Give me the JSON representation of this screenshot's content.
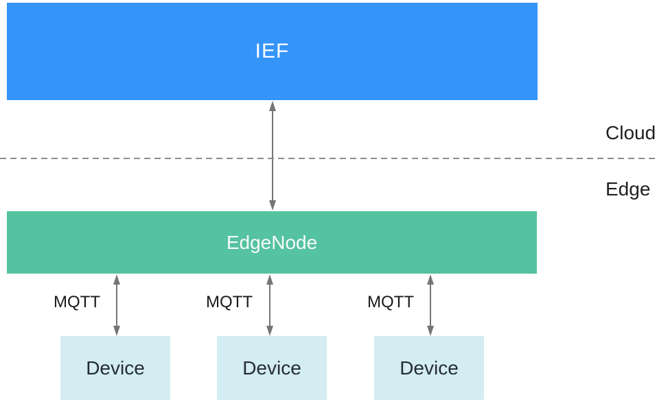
{
  "diagram": {
    "type": "architecture-diagram",
    "cloud_zone_label": "Cloud",
    "edge_zone_label": "Edge",
    "ief_box": {
      "label": "IEF",
      "color": "#3494f8",
      "text_color": "#ffffff"
    },
    "edgenode_box": {
      "label": "EdgeNode",
      "color": "#55c2a0",
      "text_color": "#ffffff"
    },
    "device_box_color": "#d3edf2",
    "device_text_color": "#252b3a",
    "devices": [
      {
        "label": "Device"
      },
      {
        "label": "Device"
      },
      {
        "label": "Device"
      }
    ],
    "connections": [
      {
        "protocol": "MQTT",
        "from": "EdgeNode",
        "to": "Device",
        "bidirectional": true
      },
      {
        "protocol": "MQTT",
        "from": "EdgeNode",
        "to": "Device",
        "bidirectional": true
      },
      {
        "protocol": "MQTT",
        "from": "EdgeNode",
        "to": "Device",
        "bidirectional": true
      }
    ],
    "cloud_edge_connection": {
      "from": "IEF",
      "to": "EdgeNode",
      "bidirectional": true
    },
    "arrow_color": "#757575",
    "divider_color": "#8c8c8c"
  }
}
